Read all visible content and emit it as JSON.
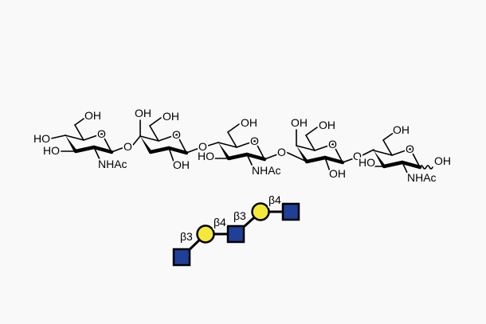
{
  "structure": {
    "ring1": {
      "o_ring": "O",
      "c6_oh": "OH",
      "c4_ho": "HO",
      "c3_ho": "HO",
      "c2_sub": "NHAc"
    },
    "link12": "O",
    "ring2": {
      "o_ring": "O",
      "c4_oh": "OH",
      "c6_oh": "OH",
      "c2_oh": "OH"
    },
    "link23": "O",
    "ring3": {
      "o_ring": "O",
      "c6_oh": "OH",
      "c3_ho": "HO",
      "c2_sub": "NHAc"
    },
    "link34": "O",
    "ring4": {
      "o_ring": "O",
      "c4_oh": "OH",
      "c6_oh": "OH",
      "c2_oh": "OH"
    },
    "link45": "O",
    "ring5": {
      "o_ring": "O",
      "c6_oh": "OH",
      "c3_ho": "HO",
      "c2_sub": "NHAc",
      "c1_oh": "OH"
    }
  },
  "glycan_symbols": {
    "colors": {
      "glcnac": "#1f3f99",
      "gal": "#f2e93a"
    },
    "linkages": [
      "β3",
      "β4",
      "β3",
      "β4"
    ]
  }
}
